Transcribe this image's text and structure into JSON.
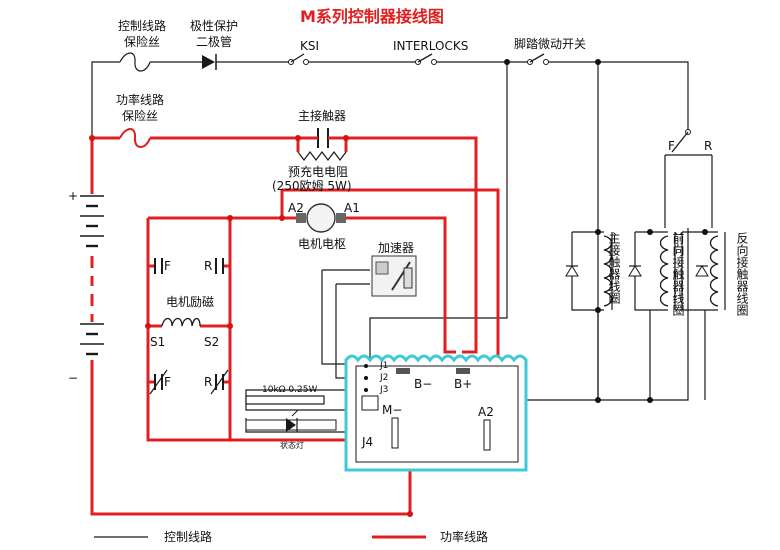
{
  "title": "M系列控制器接线图",
  "labels": {
    "ctrl_fuse_l1": "控制线路",
    "ctrl_fuse_l2": "保险丝",
    "diode_l1": "极性保护",
    "diode_l2": "二极管",
    "ksi": "KSI",
    "interlocks": "INTERLOCKS",
    "foot_switch": "脚踏微动开关",
    "power_fuse_l1": "功率线路",
    "power_fuse_l2": "保险丝",
    "main_contactor": "主接触器",
    "precharge_l1": "预充电电阻",
    "precharge_l2": "(250欧姆  5W)",
    "a2": "A2",
    "a1": "A1",
    "armature": "电机电枢",
    "accelerator": "加速器",
    "field": "电机励磁",
    "f_top": "F",
    "r_top": "R",
    "s1": "S1",
    "s2": "S2",
    "f_bot": "F",
    "r_bot": "R",
    "resistor": "10kΩ  0.25W",
    "status_lamp": "状态灯",
    "j1": "J1",
    "j2": "J2",
    "j3": "J3",
    "j4": "J4",
    "bminus": "B−",
    "bplus": "B+",
    "mminus": "M−",
    "a2_ctrl": "A2",
    "plus": "+",
    "minus": "−",
    "fr_f": "F",
    "fr_r": "R",
    "coil_main": "主接触器线圈",
    "coil_fwd": "前向接触器线圈",
    "coil_rev": "反向接触器线圈",
    "legend_ctrl": "控制线路",
    "legend_power": "功率线路"
  },
  "colors": {
    "power": "#e02020",
    "control": "#1a1a1a",
    "controller_outline": "#40c8d8"
  }
}
